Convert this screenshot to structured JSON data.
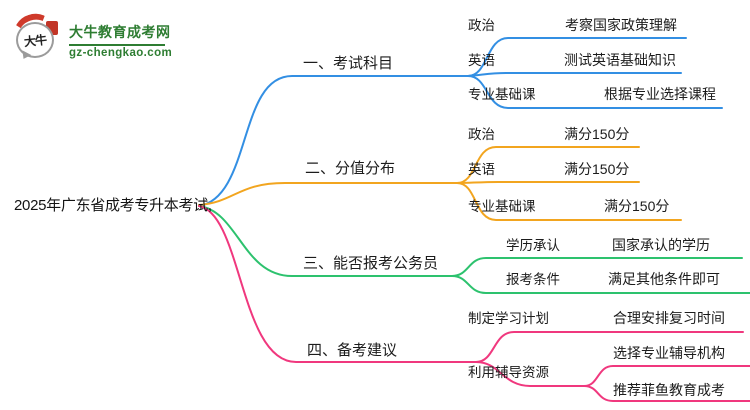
{
  "logo": {
    "icon_text": "大牛",
    "site_name": "大牛教育成考网",
    "site_domain": "gz-chengkao.com",
    "brand_green": "#2e7d32",
    "accent_red": "#cf3a2b"
  },
  "root": {
    "label": "2025年广东省成考专升本考试,"
  },
  "branches": [
    {
      "label": "一、考试科目",
      "color": "#338fe3",
      "children": [
        {
          "label": "政治",
          "desc": "考察国家政策理解"
        },
        {
          "label": "英语",
          "desc": "测试英语基础知识"
        },
        {
          "label": "专业基础课",
          "desc": "根据专业选择课程"
        }
      ]
    },
    {
      "label": "二、分值分布",
      "color": "#f2a51f",
      "children": [
        {
          "label": "政治",
          "desc": "满分150分"
        },
        {
          "label": "英语",
          "desc": "满分150分"
        },
        {
          "label": "专业基础课",
          "desc": "满分150分"
        }
      ]
    },
    {
      "label": "三、能否报考公务员",
      "color": "#2dc26e",
      "children": [
        {
          "label": "学历承认",
          "desc": "国家承认的学历"
        },
        {
          "label": "报考条件",
          "desc": "满足其他条件即可"
        }
      ]
    },
    {
      "label": "四、备考建议",
      "color": "#f0387e",
      "children": [
        {
          "label": "制定学习计划",
          "desc": "合理安排复习时间"
        },
        {
          "label": "利用辅导资源",
          "sub": [
            {
              "desc": "选择专业辅导机构"
            },
            {
              "desc": "推荐菲鱼教育成考"
            }
          ]
        }
      ]
    }
  ]
}
